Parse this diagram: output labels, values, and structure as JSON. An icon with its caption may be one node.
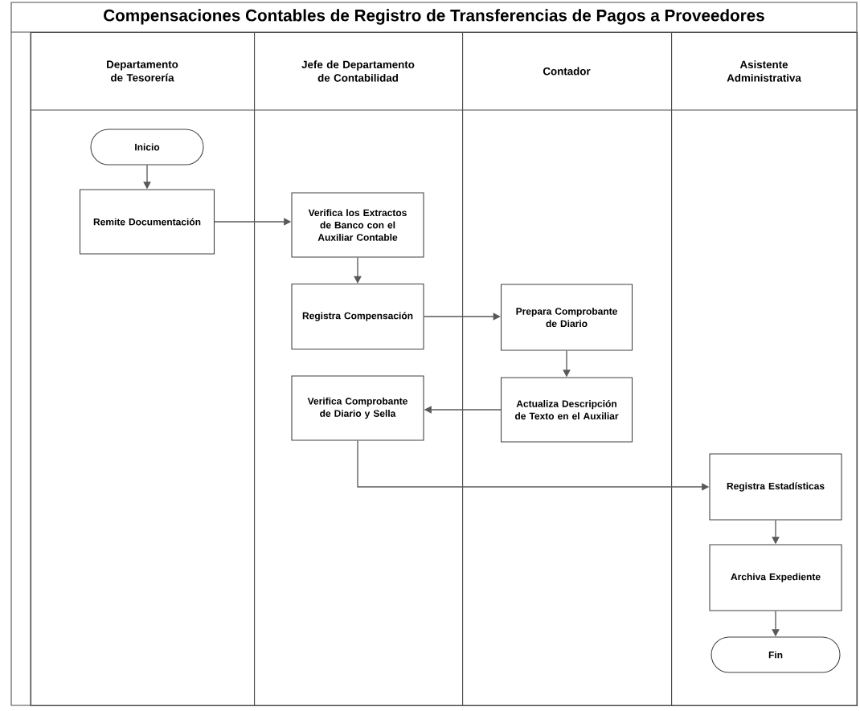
{
  "diagram": {
    "title": "Compensaciones Contables de Registro de Transferencias de Pagos a Proveedores",
    "nodes": [
      {
        "text": [
          "Departamento de Tesorería"
        ]
      },
      {
        "text": [
          "Jefe de Departamento de Contabilidad"
        ]
      },
      {
        "text": [
          "Contador"
        ]
      },
      {
        "text": [
          "Asistente Administrativa"
        ]
      },
      {
        "text": [
          "Inicio"
        ],
        "in": 0
      },
      {
        "text": [
          "Remite Documentación"
        ],
        "in": 0
      },
      {
        "text": [
          "Verifica los Extractos de Banco con el Auxiliar Contable"
        ],
        "in": 1
      },
      {
        "text": [
          "Registra Compensación"
        ],
        "in": 1
      },
      {
        "text": [
          "Prepara Comprobante de Diario"
        ],
        "in": 2
      },
      {
        "text": [
          "Actualiza Descripción de Texto en el Auxiliar"
        ],
        "in": 2
      },
      {
        "text": [
          "Verifica Comprobante de Diario y Sella"
        ],
        "in": 1
      },
      {
        "text": [
          "Registra Estadísticas"
        ],
        "in": 3
      },
      {
        "text": [
          "Archiva Expediente"
        ],
        "in": 3
      },
      {
        "text": [
          "Fin"
        ],
        "in": 3
      }
    ],
    "edges": [
      {
        "from": 4,
        "to": 5,
        "arrow": "to"
      },
      {
        "from": 5,
        "to": 6,
        "arrow": "to"
      },
      {
        "from": 6,
        "to": 7,
        "arrow": "to"
      },
      {
        "from": 7,
        "to": 8,
        "arrow": "to"
      },
      {
        "from": 8,
        "to": 9,
        "arrow": "to"
      },
      {
        "from": 9,
        "to": 10,
        "arrow": "to"
      },
      {
        "from": 10,
        "to": 11,
        "arrow": "to"
      },
      {
        "from": 11,
        "to": 12,
        "arrow": "to"
      },
      {
        "from": 12,
        "to": 13,
        "arrow": "to"
      }
    ]
  }
}
